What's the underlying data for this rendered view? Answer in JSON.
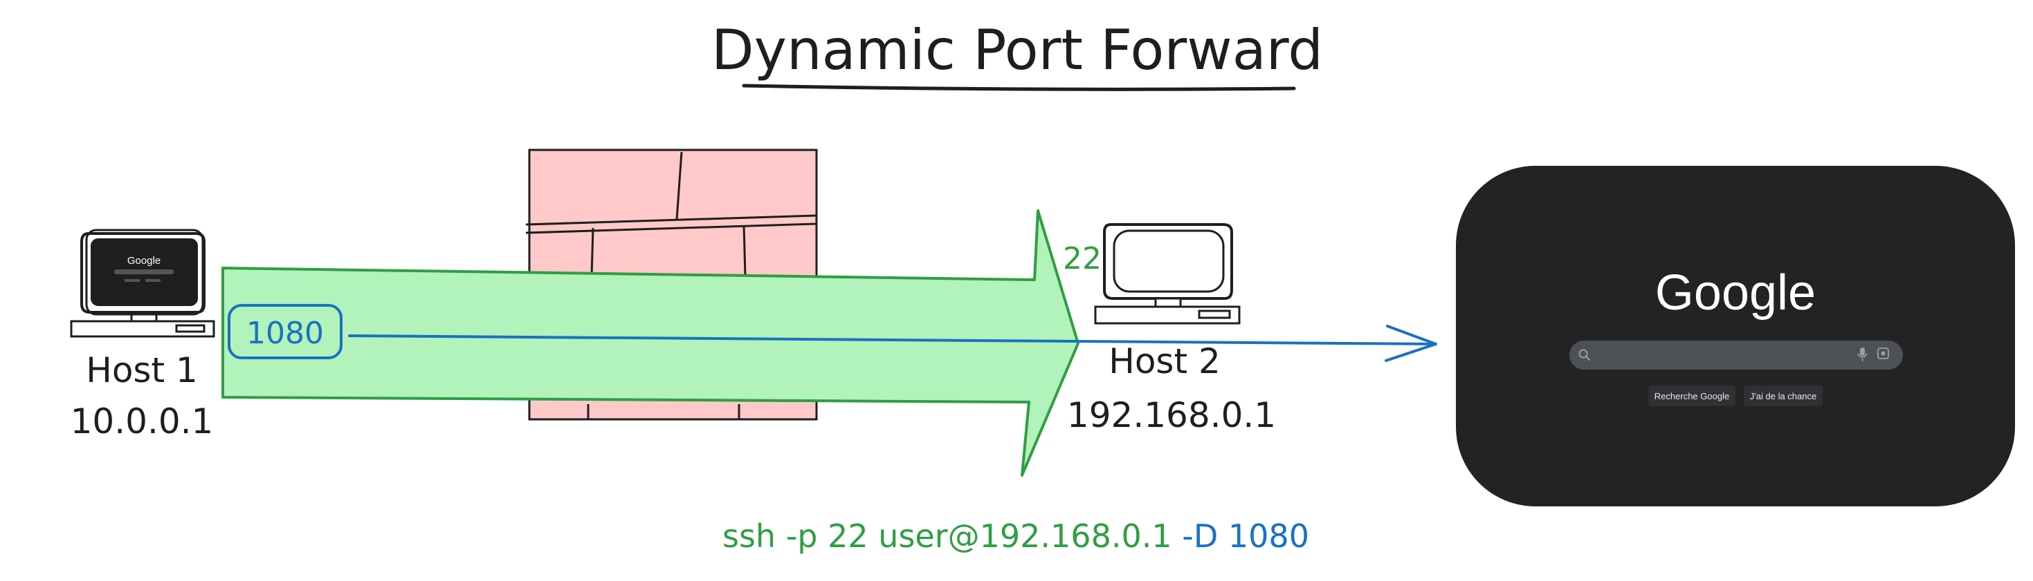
{
  "title": "Dynamic Port Forward",
  "host1": {
    "name": "Host 1",
    "ip": "10.0.0.1",
    "local_port": "1080",
    "screen_logo": "Google"
  },
  "host2": {
    "name": "Host 2",
    "ip": "192.168.0.1",
    "ssh_port": "22"
  },
  "command": {
    "ssh_part": "ssh -p 22 user@192.168.0.1",
    "dynamic_part": " -D 1080"
  },
  "browser": {
    "logo": "Google",
    "search_button": "Recherche Google",
    "lucky_button": "J'ai de la chance",
    "icons": [
      "search-icon",
      "microphone-icon",
      "camera-lens-icon"
    ]
  },
  "colors": {
    "ssh_tunnel": "#2f9e44",
    "tunnel_fill": "#b2f2bb",
    "socks_link": "#1971c2",
    "firewall_fill": "#ffc9c9",
    "browser_bg": "#232323"
  }
}
